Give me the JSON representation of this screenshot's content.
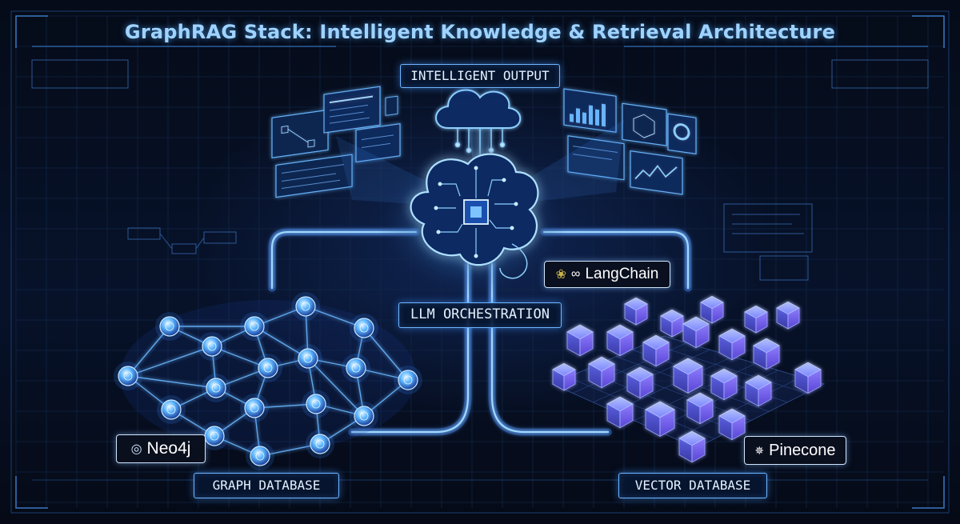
{
  "title": "GraphRAG Stack: Intelligent Knowledge & Retrieval Architecture",
  "nodes": {
    "output": "INTELLIGENT OUTPUT",
    "llm": "LLM ORCHESTRATION",
    "graph_db": "GRAPH DATABASE",
    "vector_db": "VECTOR DATABASE"
  },
  "brands": {
    "langchain": "LangChain",
    "neo4j": "Neo4j",
    "pinecone": "Pinecone"
  },
  "icons": [
    "cloud-icon",
    "brain-circuit-icon",
    "cpu-chip-icon",
    "parrot-icon",
    "chain-link-icon",
    "neo4j-logo-icon",
    "pinecone-logo-icon",
    "knowledge-graph-icon",
    "vector-cubes-icon",
    "dashboard-panel-icon"
  ],
  "colors": {
    "background": "#050b18",
    "grid": "#15294a",
    "accent": "#5ab0ff",
    "glow": "#8fd0ff",
    "cube": "#7a6cff"
  }
}
